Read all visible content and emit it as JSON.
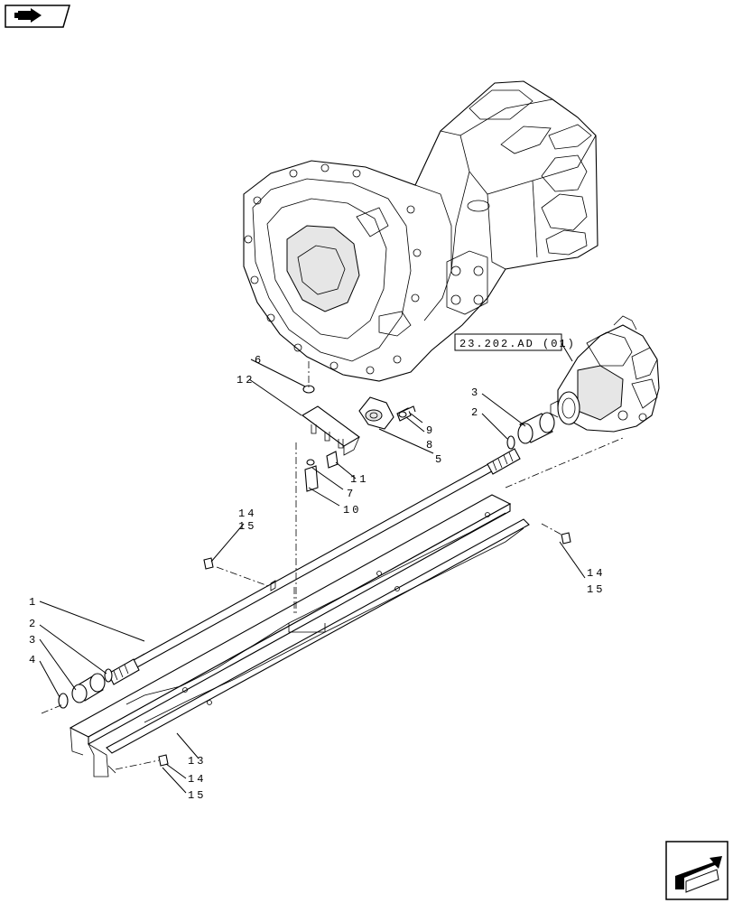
{
  "reference_box": {
    "label": "23.202.AD (01)"
  },
  "callouts": [
    "1",
    "2",
    "3",
    "4",
    "2",
    "3",
    "5",
    "6",
    "7",
    "8",
    "9",
    "10",
    "11",
    "12",
    "13",
    "14",
    "15",
    "14",
    "15",
    "14",
    "15"
  ],
  "icons": {
    "top_left": "book-arrow-icon",
    "bottom_right": "next-page-arrow-icon"
  }
}
